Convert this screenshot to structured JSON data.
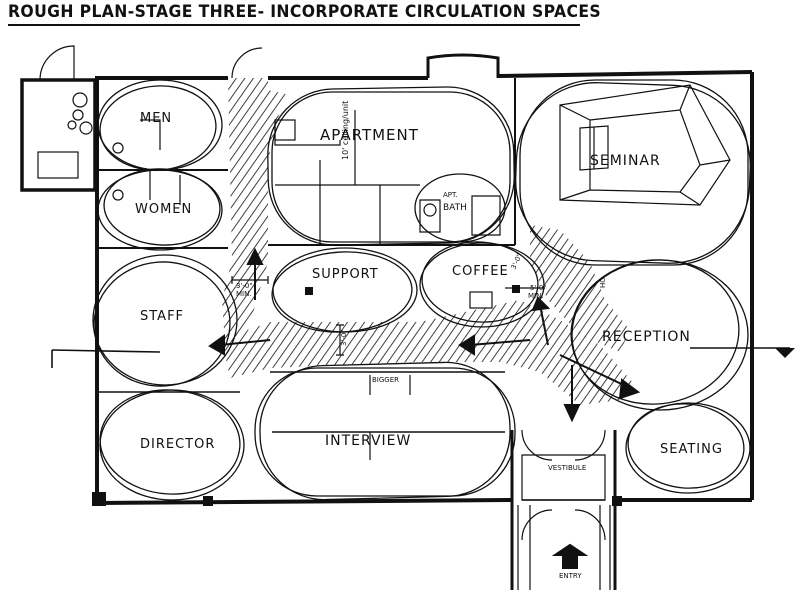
{
  "title": "ROUGH PLAN-STAGE THREE- INCORPORATE CIRCULATION SPACES",
  "rooms": {
    "men": "MEN",
    "women": "WOMEN",
    "apartment": "APARTMENT",
    "bath": "BATH",
    "apt": "APT.",
    "seminar": "SEMINAR",
    "support": "SUPPORT",
    "coffee": "COFFEE",
    "staff": "STAFF",
    "reception": "RECEPTION",
    "director": "DIRECTOR",
    "interview": "INTERVIEW",
    "seating": "SEATING",
    "vestibule": "VESTIBULE",
    "entry": "ENTRY"
  },
  "annotations": {
    "ceiling": "10' ceiling/unit",
    "min_left": "3'-0\"",
    "min_left_unit": "MIN.",
    "min_center": "3'-0\"",
    "min_right": "5'-0\"",
    "min_right_unit": "MIN.",
    "ho": "HO",
    "corridor_width": "3'-0\"",
    "bigger": "BIGGER"
  },
  "colors": {
    "ink": "#111111",
    "paper": "#ffffff"
  }
}
